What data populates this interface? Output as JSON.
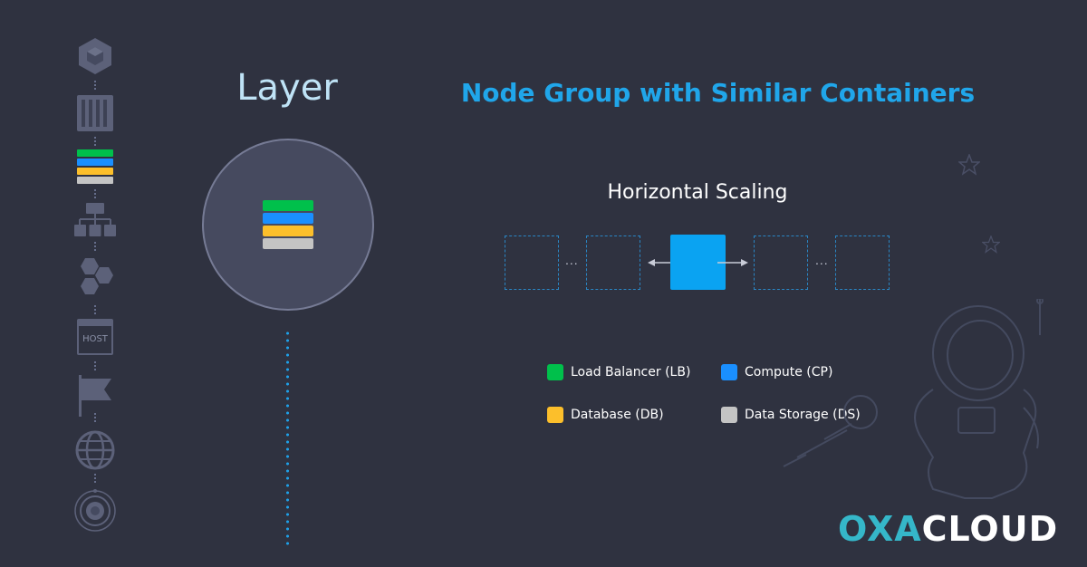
{
  "titles": {
    "layer": "Layer",
    "main": "Node Group with Similar Containers",
    "scaling": "Horizontal Scaling"
  },
  "rail": {
    "host_label": "HOST"
  },
  "scaling": {
    "left_ellipsis": "...",
    "right_ellipsis": "..."
  },
  "legend": [
    {
      "label": "Load Balancer (LB)",
      "color": "#00c04b"
    },
    {
      "label": "Compute (CP)",
      "color": "#1a8fff"
    },
    {
      "label": "Database (DB)",
      "color": "#fcbf2b"
    },
    {
      "label": "Data Storage (DS)",
      "color": "#c4c4c4"
    }
  ],
  "logo": {
    "part1": "OXA",
    "part2": "CLOUD"
  },
  "colors": {
    "background": "#2f3240",
    "accent": "#20a6ea",
    "icon_gray": "#5c6179"
  }
}
